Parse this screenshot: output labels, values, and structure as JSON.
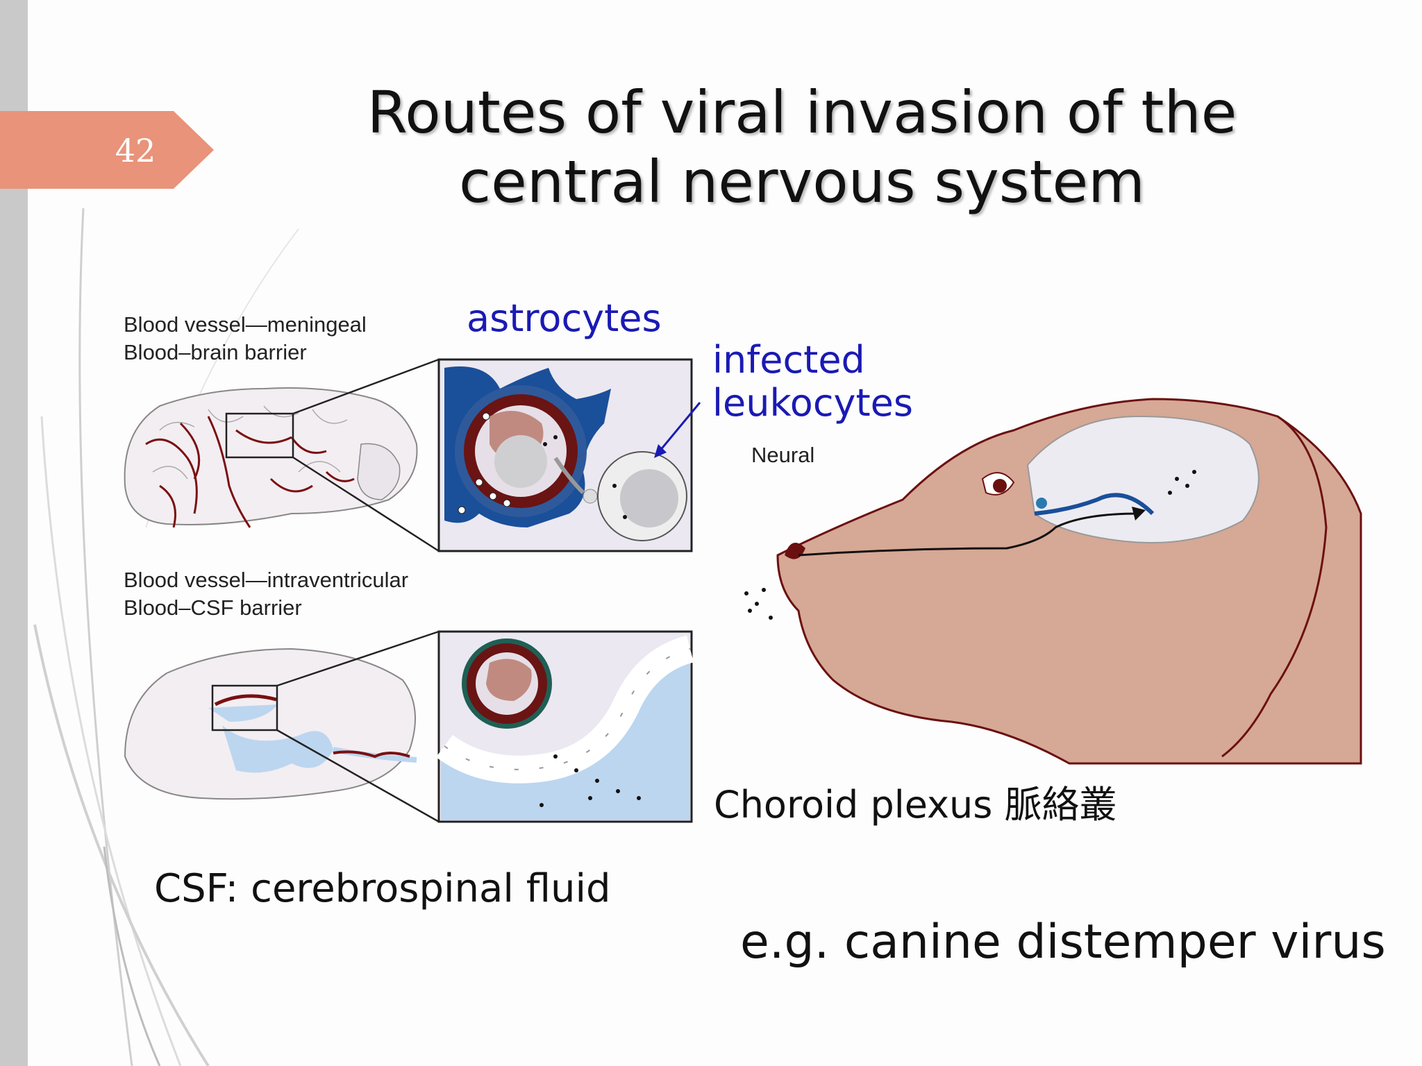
{
  "slide": {
    "number": "42",
    "title_line1": "Routes of viral invasion of the",
    "title_line2": "central nervous system"
  },
  "figure": {
    "label_meningeal_line1": "Blood vessel—meningeal",
    "label_meningeal_line2": "Blood–brain barrier",
    "label_intraventricular_line1": "Blood vessel—intraventricular",
    "label_intraventricular_line2": "Blood–CSF barrier",
    "label_neural": "Neural"
  },
  "annotations": {
    "astrocytes": "astrocytes",
    "infected_line1": "infected",
    "infected_line2": "leukocytes",
    "choroid_plexus": "Choroid plexus 脈絡叢",
    "csf": "CSF: cerebrospinal fluid",
    "example": "e.g. canine distemper virus"
  },
  "colors": {
    "accent_tab": "#e8937a",
    "annotation_blue": "#1a1ab4",
    "vessel_red": "#7a1010",
    "astrocyte_blue": "#1a4f9a",
    "dog_skin": "#d6a896",
    "csf_blue": "#bcd6ef"
  }
}
